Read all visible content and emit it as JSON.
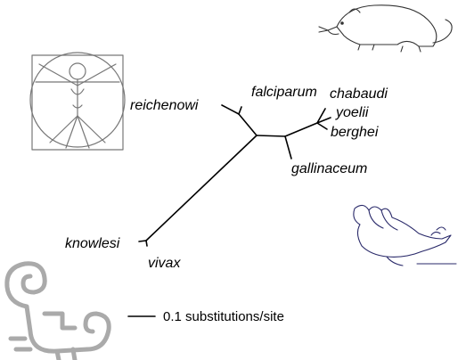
{
  "tree": {
    "leaves": {
      "reichenowi": "reichenowi",
      "falciparum": "falciparum",
      "chabaudi": "chabaudi",
      "yoelii": "yoelii",
      "berghei": "berghei",
      "gallinaceum": "gallinaceum",
      "knowlesi": "knowlesi",
      "vivax": "vivax"
    },
    "scale_label": "0.1 substitutions/site"
  },
  "illustrations": {
    "top_left": "vitruvian-man-icon",
    "top_right": "rat-icon",
    "right": "dove-icon",
    "bottom_left": "nazca-monkey-icon"
  }
}
